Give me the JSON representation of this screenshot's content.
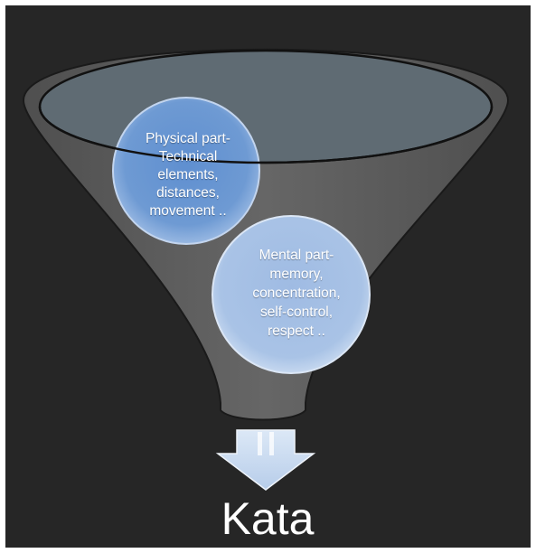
{
  "diagram": {
    "physical_bubble": {
      "text": "Physical part-\nTechnical\nelements,\ndistances,\nmovement .."
    },
    "mental_bubble": {
      "text": "Mental part-\nmemory,\nconcentration,\nself-control,\nrespect .."
    },
    "result_label": "Kata",
    "colors": {
      "background": "#262626",
      "funnel": "#5c5c5c",
      "funnel_opening": "#5f6b73",
      "physical_bubble": "#6b97cf",
      "mental_bubble": "#a8c3e6",
      "arrow": "#c9daf0"
    }
  }
}
